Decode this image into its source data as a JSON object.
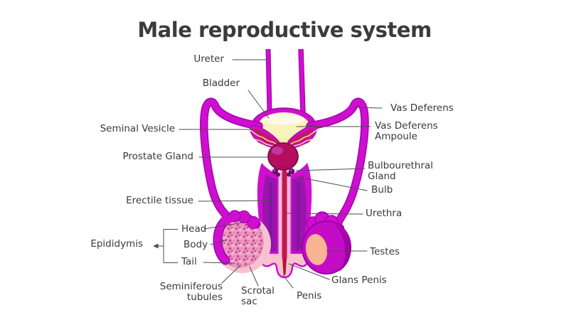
{
  "title": "Male reproductive system",
  "labels": {
    "ureter": "Ureter",
    "bladder": "Bladder",
    "seminal_vesicle": "Seminal Vesicle",
    "prostate_gland": "Prostate Gland",
    "erectile_tissue": "Erectile tissue",
    "epididymis": "Epididymis",
    "epididymis_head": "Head",
    "epididymis_body": "Body",
    "epididymis_tail": "Tail",
    "seminiferous_tubules": "Seminiferous\ntubules",
    "scrotal_sac": "Scrotal\nsac",
    "penis": "Penis",
    "glans_penis": "Glans Penis",
    "vas_deferens": "Vas Deferens",
    "vas_deferens_ampoule": "Vas Deferens\nAmpoule",
    "bulbourethral_gland": "Bulbourethral\nGland",
    "bulb": "Bulb",
    "urethra": "Urethra",
    "testes": "Testes"
  },
  "icons": {
    "epididymis_arrow": "left-arrow"
  },
  "colors": {
    "magenta": "#CF0FCF",
    "magenta_dark": "#A403B0",
    "purple_column": "#9A15AC",
    "crimson": "#C2185B",
    "red_glow": "#DD2B50",
    "prostate": "#B60E5E",
    "bladder_fill": "#F8F3BC",
    "glans_pink": "#F8C3CB",
    "scrotum_pink": "#F5C3CF",
    "salmon": "#F7B593",
    "tubule_pink": "#EC9EC4",
    "duct_yellow": "#F5EFA3",
    "title_text": "#3B3B3B",
    "label_text": "#3A3A3A",
    "leader_line": "#4D4D4D",
    "background": "#FFFFFF"
  }
}
